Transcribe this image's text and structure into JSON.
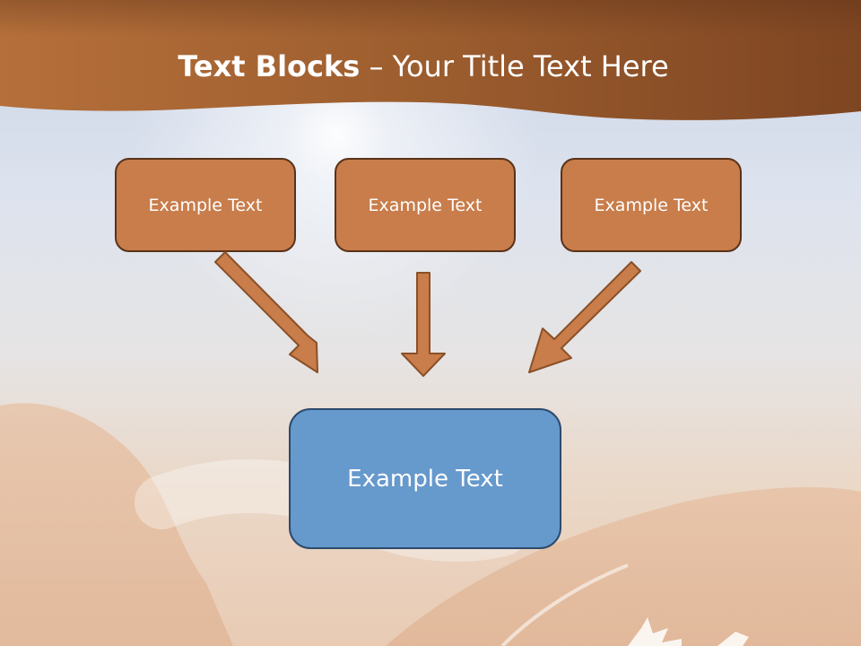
{
  "title": {
    "bold": "Text Blocks",
    "separator": " – ",
    "rest": "Your Title Text Here"
  },
  "blocks": [
    {
      "label": "Example Text"
    },
    {
      "label": "Example Text"
    },
    {
      "label": "Example Text"
    }
  ],
  "target": {
    "label": "Example Text"
  },
  "colors": {
    "header": "#a0602e",
    "block_fill": "#c87d4b",
    "block_border": "#5a3218",
    "target_fill": "#6699cc",
    "target_border": "#2c4a6c",
    "arrow_fill": "#c87d4b",
    "arrow_stroke": "#8a5027"
  }
}
